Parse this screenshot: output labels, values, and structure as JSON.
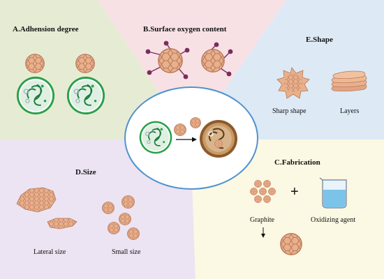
{
  "panels": {
    "a": {
      "title": "A.Adhension degree"
    },
    "b": {
      "title": "B.Surface oxygen content"
    },
    "c": {
      "title": "C.Fabrication",
      "item1": "Graphite",
      "item2": "Oxidizing agent",
      "plus": "+"
    },
    "d": {
      "title": "D.Size",
      "item1": "Lateral size",
      "item2": "Small size"
    },
    "e": {
      "title": "E.Shape",
      "item1": "Sharp shape",
      "item2": "Layers"
    }
  },
  "colors": {
    "panel_a_bg": "#e6ecd4",
    "panel_b_bg": "#f7e1e4",
    "panel_c_bg": "#fbf8e3",
    "panel_d_bg": "#ece4f2",
    "panel_e_bg": "#dde9f5",
    "ellipse_stroke": "#4f93cf",
    "particle": "#e9b08c",
    "bacteria_ring": "#2aa04a",
    "damaged_cell": "#a5733d",
    "oxygen_group": "#7a2d5c"
  }
}
